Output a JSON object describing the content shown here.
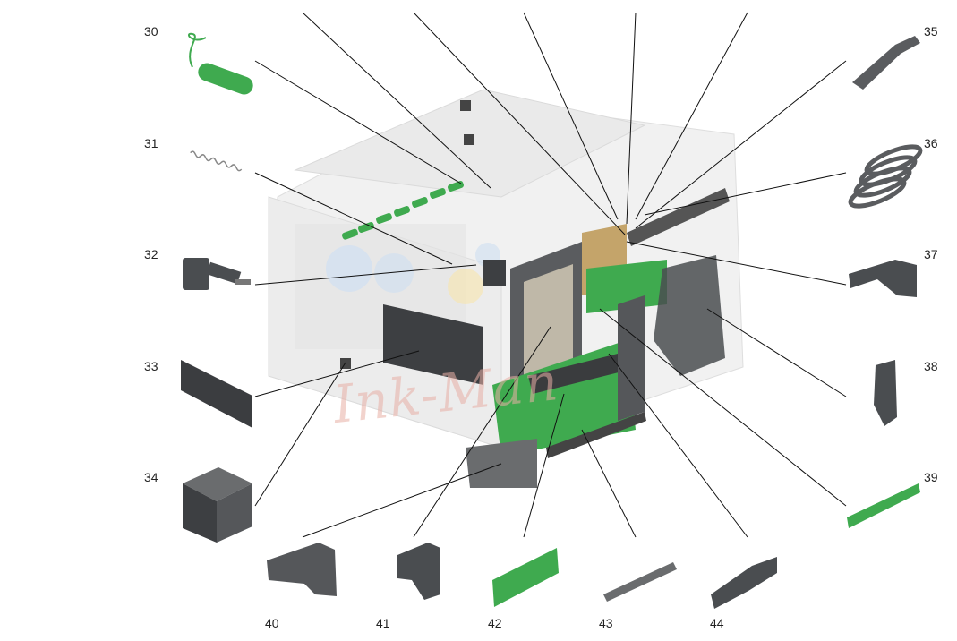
{
  "callouts": [
    {
      "id": "30",
      "label": "30"
    },
    {
      "id": "31",
      "label": "31"
    },
    {
      "id": "32",
      "label": "32"
    },
    {
      "id": "33",
      "label": "33"
    },
    {
      "id": "34",
      "label": "34"
    },
    {
      "id": "35",
      "label": "35"
    },
    {
      "id": "36",
      "label": "36"
    },
    {
      "id": "37",
      "label": "37"
    },
    {
      "id": "38",
      "label": "38"
    },
    {
      "id": "39",
      "label": "39"
    },
    {
      "id": "40",
      "label": "40"
    },
    {
      "id": "41",
      "label": "41"
    },
    {
      "id": "42",
      "label": "42"
    },
    {
      "id": "43",
      "label": "43"
    },
    {
      "id": "44",
      "label": "44"
    }
  ],
  "watermark": "Ink-Man",
  "colors": {
    "green": "#3faa4f",
    "dark_part": "#4a4d50",
    "chassis": "#d8d8d8",
    "line": "#111111"
  }
}
